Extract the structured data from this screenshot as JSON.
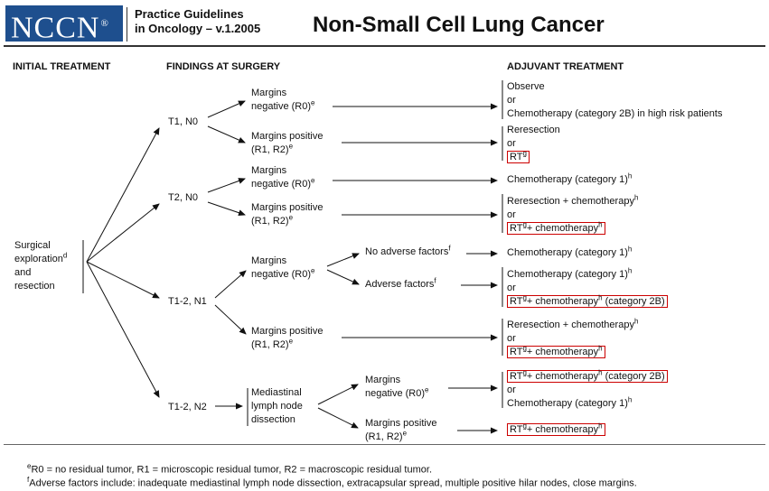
{
  "header": {
    "logo": "NCCN",
    "logo_mark": "®",
    "guideline_line1": "Practice Guidelines",
    "guideline_line2": "in Oncology – v.1.2005",
    "title": "Non-Small Cell Lung Cancer"
  },
  "columns": {
    "initial": "INITIAL TREATMENT",
    "findings": "FINDINGS AT SURGERY",
    "adjuvant": "ADJUVANT TREATMENT"
  },
  "root": {
    "line1": "Surgical",
    "line2": "exploration",
    "sup": "d",
    "line3": "and",
    "line4": "resection"
  },
  "stages": {
    "t1n0": "T1, N0",
    "t2n0": "T2, N0",
    "t12n1": "T1-2, N1",
    "t12n2": "T1-2, N2"
  },
  "margins": {
    "neg_line1": "Margins",
    "neg_line2": "negative (R0)",
    "neg_sup": "e",
    "pos_line1": "Margins positive",
    "pos_line2": "(R1, R2)",
    "pos_sup": "e"
  },
  "mediastinal": {
    "line1": "Mediastinal",
    "line2": "lymph node",
    "line3": "dissection"
  },
  "factors": {
    "none": "No adverse factors",
    "adverse": "Adverse factors",
    "sup": "f"
  },
  "treatments": {
    "observe": "Observe",
    "or": "or",
    "chemo_2b_risk": "Chemotherapy (category 2B) in high risk patients",
    "reresection": "Reresection",
    "rt": "RT",
    "rt_sup": "g",
    "chemo_cat1": "Chemotherapy (category 1)",
    "chemo_sup": "h",
    "reresection_chemo": "Reresection + chemotherapy",
    "plus_chemo": "+ chemotherapy",
    "cat2b": "(category 2B)"
  },
  "footnotes": {
    "e_mark": "e",
    "e_text": "R0 = no residual tumor, R1 = microscopic residual tumor, R2 = macroscopic residual tumor.",
    "f_mark": "f",
    "f_text": "Adverse factors include: inadequate mediastinal lymph node dissection, extracapsular spread, multiple positive hilar nodes, close margins."
  }
}
